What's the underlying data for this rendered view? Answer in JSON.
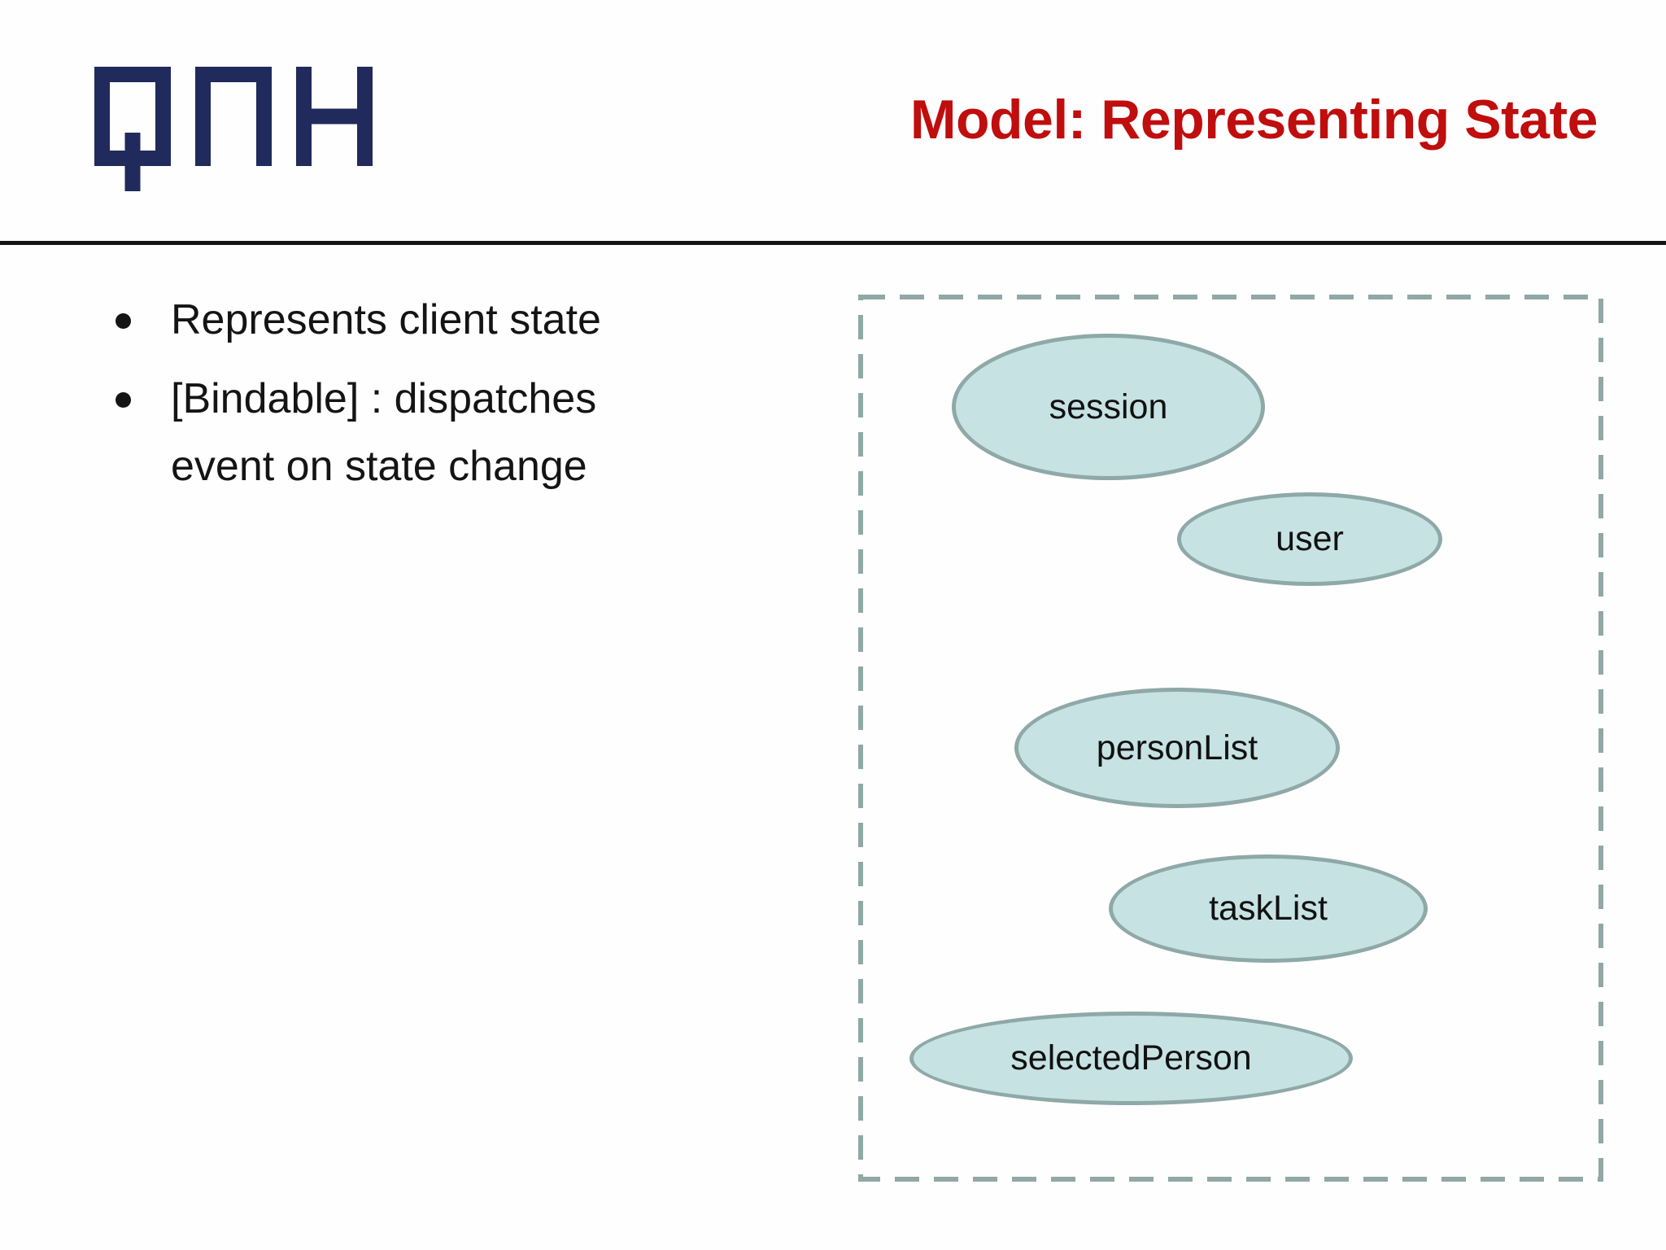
{
  "header": {
    "logo_text": "QNH",
    "title": "Model: Representing State"
  },
  "bullets": [
    "Represents client state",
    "[Bindable] : dispatches event on state change"
  ],
  "diagram": {
    "nodes": [
      {
        "label": "session"
      },
      {
        "label": "user"
      },
      {
        "label": "personList"
      },
      {
        "label": "taskList"
      },
      {
        "label": "selectedPerson"
      }
    ]
  },
  "colors": {
    "title": "#c00d0d",
    "logo": "#202a5c",
    "node_fill": "#c7e2e2",
    "node_stroke": "#8fa8a8",
    "box_border": "#90a8a6",
    "divider": "#141414",
    "text": "#141414",
    "background": "#fefefe"
  }
}
